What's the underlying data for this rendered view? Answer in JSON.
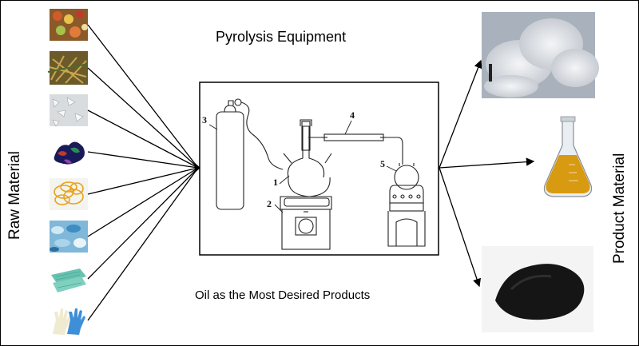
{
  "diagram": {
    "title": "Pyrolysis Equipment",
    "subtitle": "Oil as the Most Desired Products",
    "left_label": "Raw Material",
    "right_label": "Product Material",
    "apparatus_labels": [
      "1",
      "2",
      "3",
      "4",
      "5"
    ]
  },
  "raw_materials": [
    {
      "icon": "food-waste-icon"
    },
    {
      "icon": "biomass-straw-icon"
    },
    {
      "icon": "shredded-plastic-icon"
    },
    {
      "icon": "textile-waste-icon"
    },
    {
      "icon": "rubber-bands-icon"
    },
    {
      "icon": "plastic-bottles-icon"
    },
    {
      "icon": "face-masks-icon"
    },
    {
      "icon": "gloves-icon"
    }
  ],
  "products": [
    {
      "icon": "gas-smoke-icon"
    },
    {
      "icon": "oil-flask-icon"
    },
    {
      "icon": "char-powder-icon"
    }
  ]
}
